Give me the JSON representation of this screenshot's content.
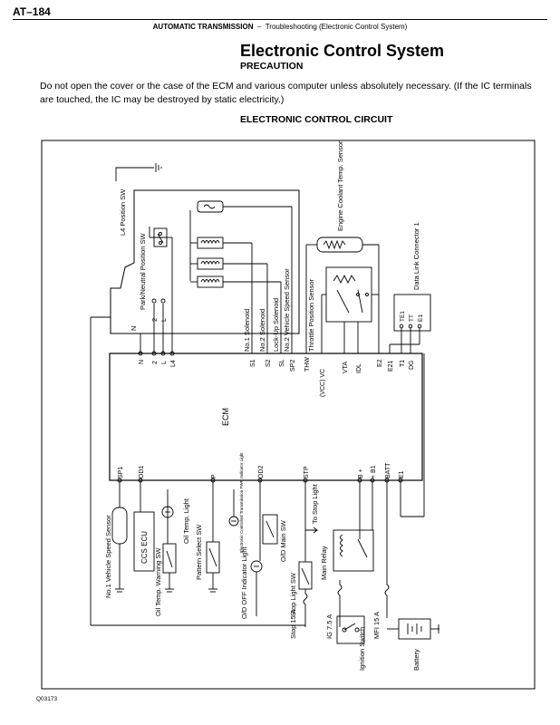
{
  "header": {
    "page_number": "AT–184",
    "section": "AUTOMATIC TRANSMISSION",
    "separator": "–",
    "subsection": "Troubleshooting (Electronic Control System)"
  },
  "title": "Electronic Control System",
  "subtitle": "PRECAUTION",
  "precaution_text": "Do not open the cover or the case of the ECM and various computer unless absolutely necessary. (If the IC terminals are touched, the IC may be destroyed by static electricity.)",
  "circuit_title": "ELECTRONIC CONTROL CIRCUIT",
  "diagram": {
    "ecm_label": "ECM",
    "top_terminals": [
      "N",
      "2",
      "L",
      "L4",
      "S1",
      "S2",
      "SL",
      "SP2",
      "THW",
      "(VCC) VC",
      "VTA",
      "IDL",
      "E2",
      "E21",
      "T1",
      "DG"
    ],
    "bottom_terminals": [
      "SP1",
      "OD1",
      "P",
      "OD2",
      "STP",
      "B +",
      "+ B1",
      "BATT",
      "E1"
    ],
    "labels": {
      "l4_position_sw": "L4 Position SW",
      "park_neutral": "Park/Neutral Position SW",
      "n": "N",
      "two": "2",
      "l": "L",
      "no1_solenoid": "No.1 Solenoid",
      "no2_solenoid": "No.2 Solenoid",
      "lockup_solenoid": "Lock-Up Solenoid",
      "no2_vss": "No.2 Vehicle Speed Sensor",
      "engine_coolant": "Engine Coolant Temp. Sensor",
      "throttle_sensor": "Throttle Position Sensor",
      "dlc1": "Data Link Connector 1",
      "te1": "TE1",
      "tt": "TT",
      "e1": "E1",
      "no1_vss": "No.1 Vehicle Speed Sensor",
      "ccs_ecu": "CCS ECU",
      "oil_temp_warning": "Oil Temp. Warning SW",
      "oil_temp_light": "Oil Temp. Light",
      "pattern_select": "Pattern Select SW",
      "ect_pwr": "Electronic Controlled Transmission PWR Indicator Light",
      "od_off_light": "O/D OFF Indicator Light",
      "od_main_sw": "O/D Main SW",
      "to_stop_light": "To Stop Light",
      "stop_light_sw": "Stop Light SW",
      "main_relay": "Main Relay",
      "stop_fuse": "Stop 15 A",
      "ig_fuse": "IG 7.5 A",
      "mfi_fuse": "MFI 15 A",
      "ignition_switch": "Ignition Switch",
      "battery": "Battery"
    }
  },
  "figure_code": "Q03173"
}
